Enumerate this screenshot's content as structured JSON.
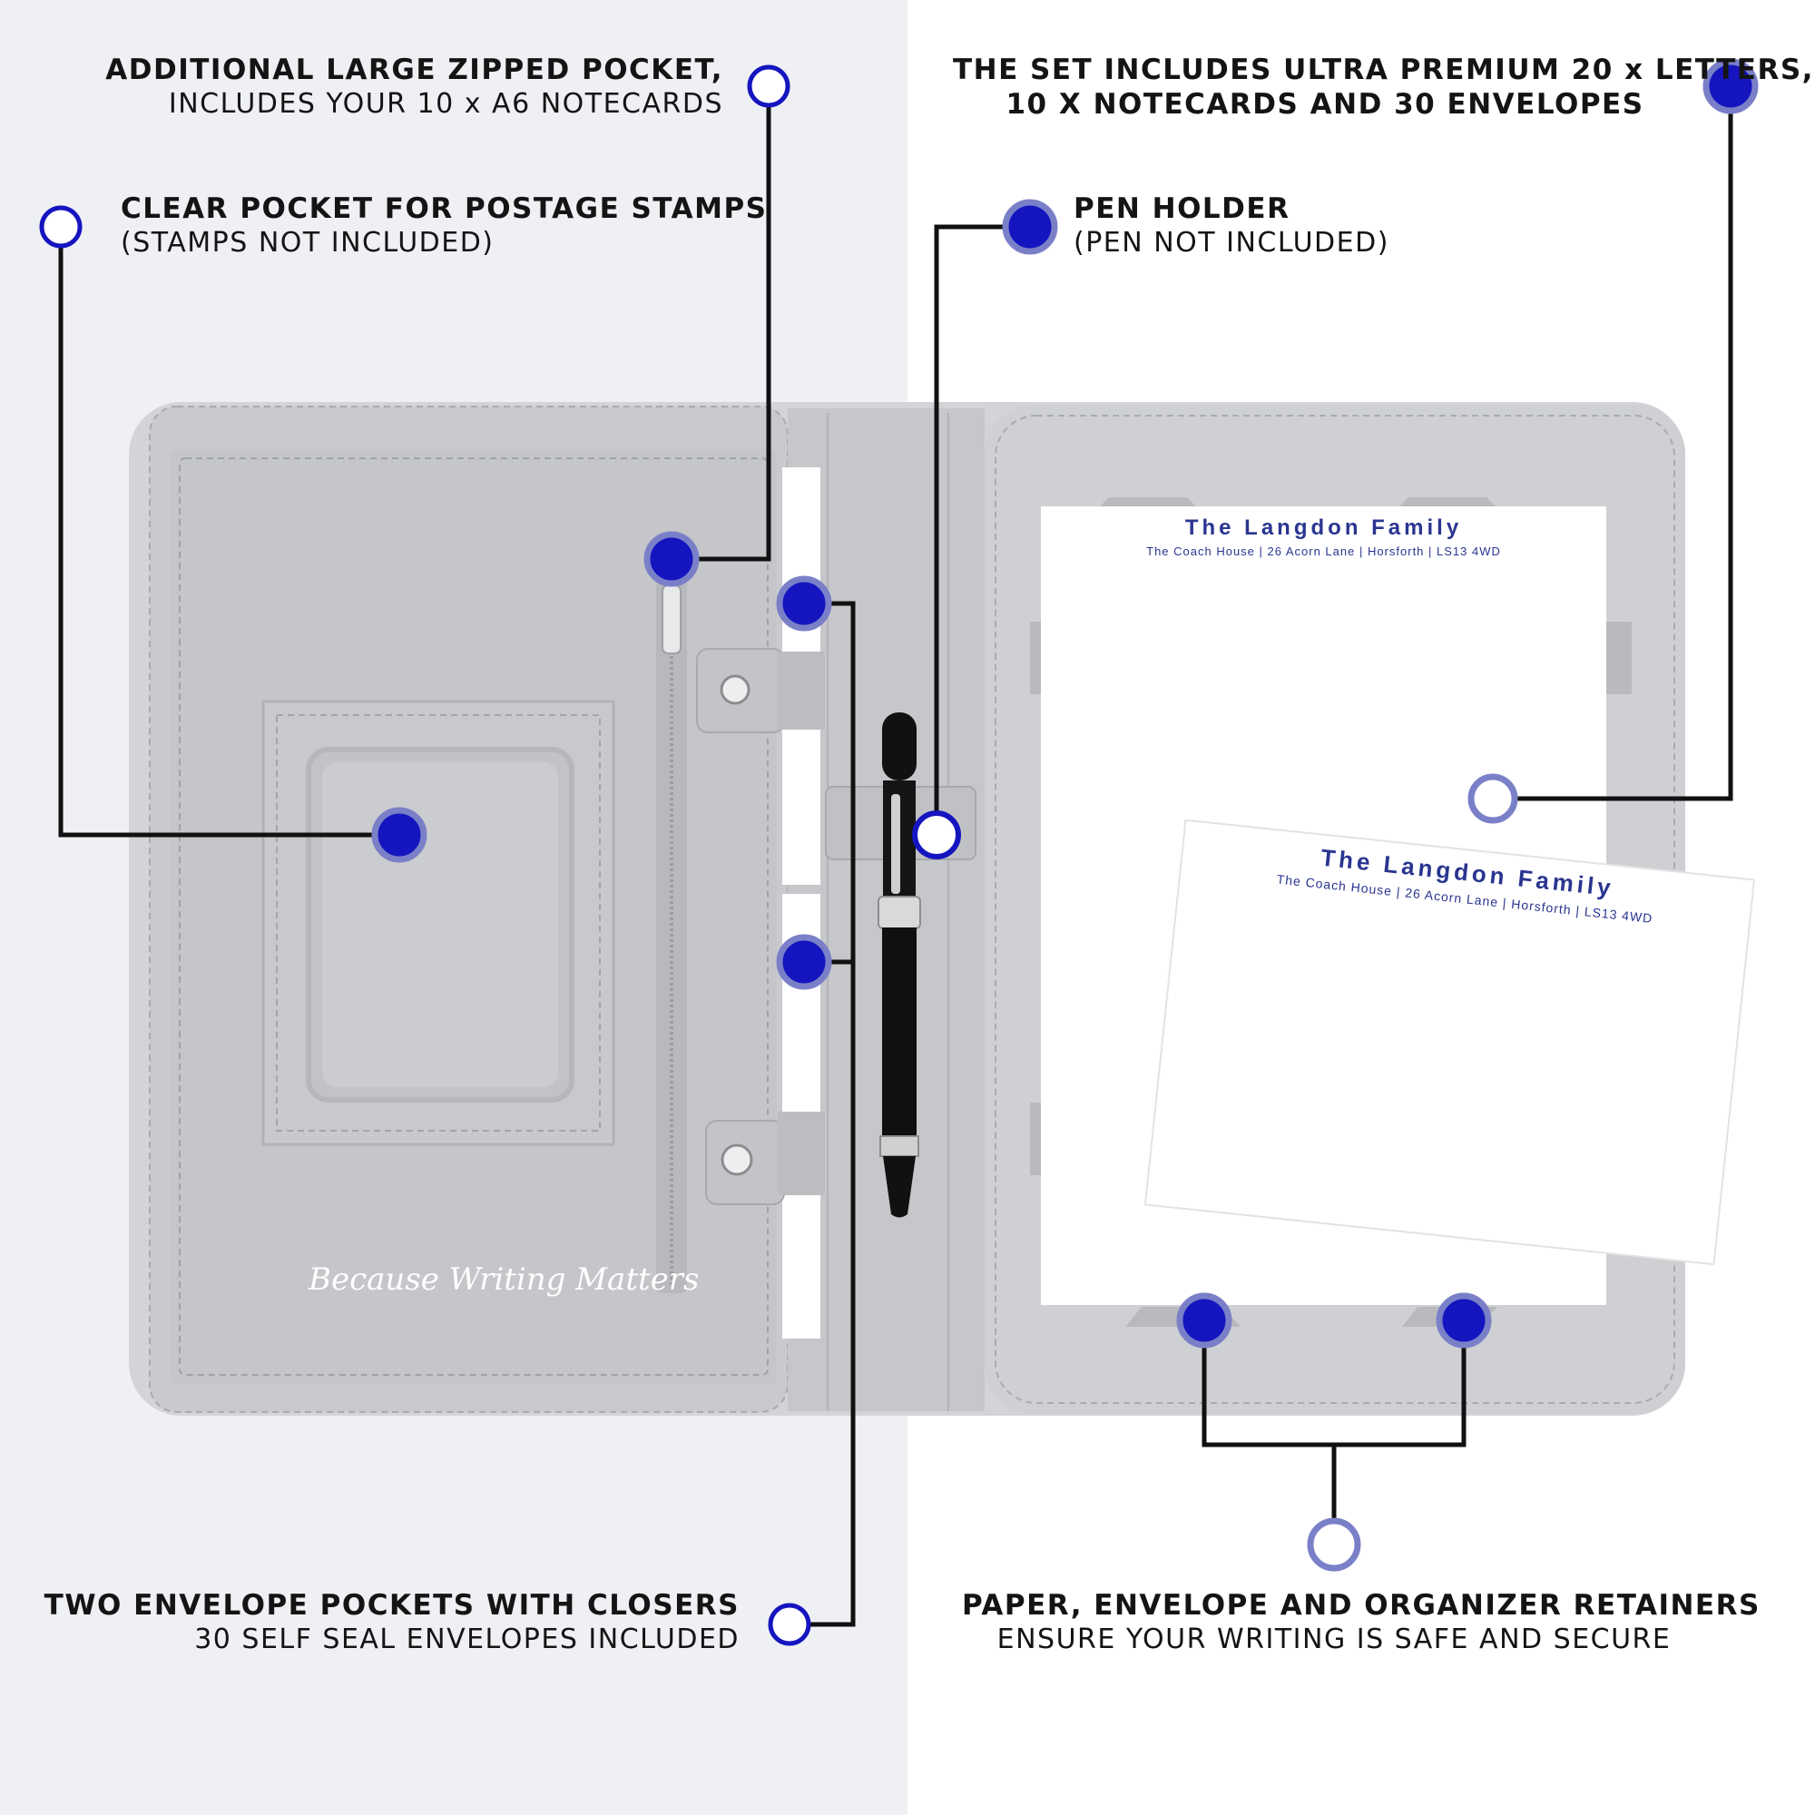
{
  "callouts": {
    "zipped_pocket": {
      "title": "ADDITIONAL LARGE ZIPPED POCKET,",
      "subtitle": "INCLUDES YOUR 10 x A6 NOTECARDS"
    },
    "stamps_pocket": {
      "title": "CLEAR POCKET FOR POSTAGE STAMPS",
      "subtitle": "(STAMPS NOT INCLUDED)"
    },
    "set_includes": {
      "title": "THE SET INCLUDES ULTRA PREMIUM 20 x LETTERS,",
      "subtitle": "10 X NOTECARDS AND 30 ENVELOPES"
    },
    "pen_holder": {
      "title": "PEN HOLDER",
      "subtitle": "(PEN NOT INCLUDED)"
    },
    "envelope_pockets": {
      "title": "TWO ENVELOPE POCKETS WITH CLOSERS",
      "subtitle": "30 SELF SEAL ENVELOPES INCLUDED"
    },
    "retainers": {
      "title": "PAPER, ENVELOPE AND ORGANIZER RETAINERS",
      "subtitle": "ENSURE YOUR WRITING IS SAFE AND SECURE"
    }
  },
  "letter": {
    "family_name": "The Langdon Family",
    "address": "The Coach House | 26 Acorn Lane | Horsforth | LS13 4WD"
  },
  "notecard": {
    "family_name": "The Langdon Family",
    "address": "The Coach House | 26 Acorn Lane | Horsforth | LS13 4WD"
  },
  "folio": {
    "script_text": "Because Writing Matters"
  },
  "colors": {
    "marker_blue": "#1515c0",
    "marker_ring": "#7a80c8",
    "folio_grey": "#cfd0d3",
    "letterhead_blue": "#2a3590"
  }
}
